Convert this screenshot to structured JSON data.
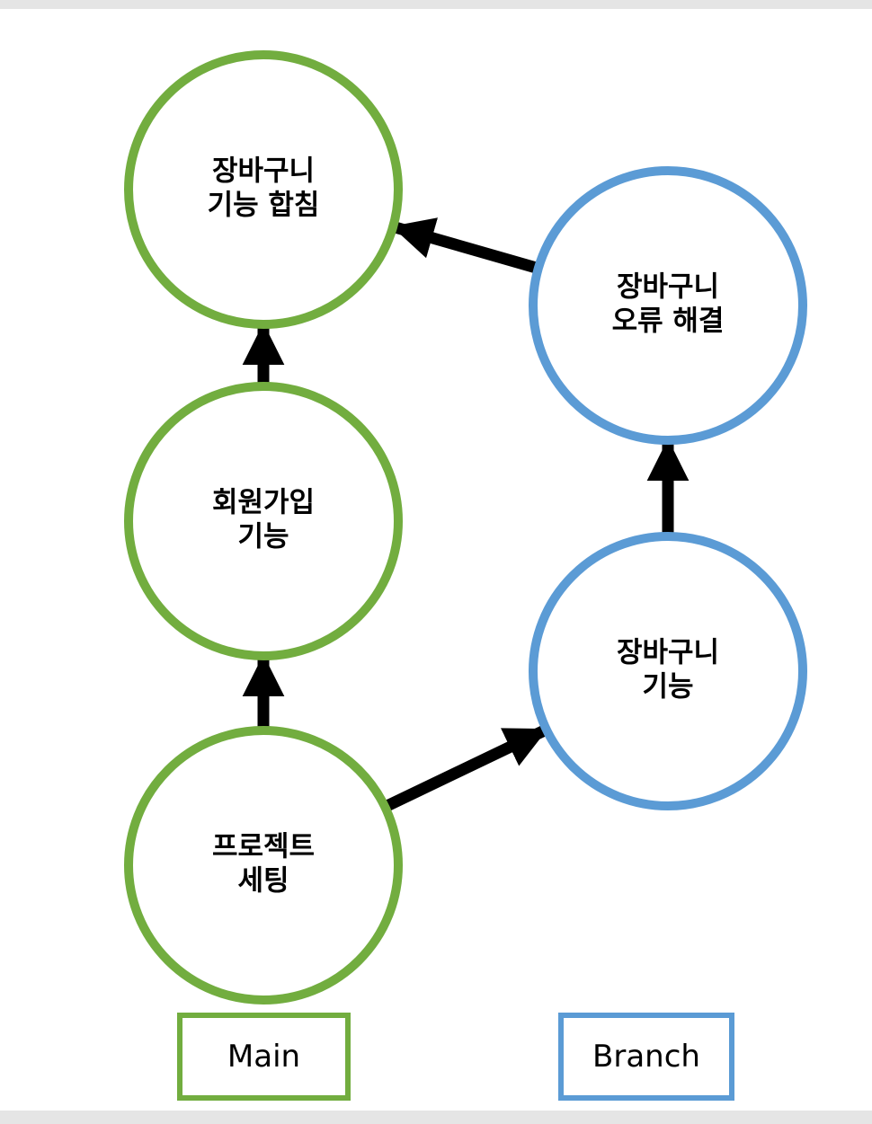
{
  "colors": {
    "main": "#72ad3f",
    "branch": "#5b9bd5",
    "arrow": "#000000"
  },
  "nodes": {
    "main_setup": {
      "lines": [
        "프로젝트",
        "세팅"
      ],
      "branch": "main"
    },
    "main_signup": {
      "lines": [
        "회원가입",
        "기능"
      ],
      "branch": "main"
    },
    "main_merge": {
      "lines": [
        "장바구니",
        "기능 합침"
      ],
      "branch": "main"
    },
    "branch_cart": {
      "lines": [
        "장바구니",
        "기능"
      ],
      "branch": "branch"
    },
    "branch_fix": {
      "lines": [
        "장바구니",
        "오류 해결"
      ],
      "branch": "branch"
    }
  },
  "edges": [
    {
      "from": "main_setup",
      "to": "main_signup"
    },
    {
      "from": "main_signup",
      "to": "main_merge"
    },
    {
      "from": "main_setup",
      "to": "branch_cart"
    },
    {
      "from": "branch_cart",
      "to": "branch_fix"
    },
    {
      "from": "branch_fix",
      "to": "main_merge"
    }
  ],
  "legend": {
    "main_label": "Main",
    "branch_label": "Branch"
  }
}
